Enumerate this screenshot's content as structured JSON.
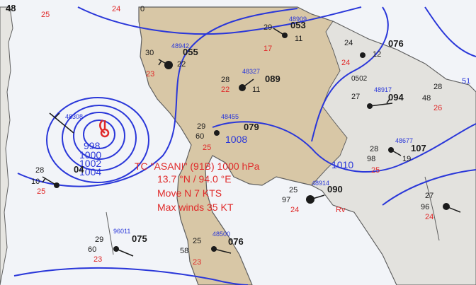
{
  "colors": {
    "sea": "#f2f4f8",
    "land": "#d8c7a6",
    "coast": "#5f5f5f",
    "isobar": "#2a37d9",
    "red": "#e02a2a",
    "black": "#1b1b1b"
  },
  "storm": {
    "line1": "TC \"ASANI\" (91B) 1000 hPa",
    "line2": "13.7 °N / 94.0 °E",
    "line3": "Move N 7 KTS",
    "line4": "Max winds 35 KT"
  },
  "isobars": {
    "labels": [
      "998",
      "1000",
      "1002",
      "1004",
      "1008",
      "1010"
    ]
  },
  "stations": [
    {
      "code": "48",
      "temp": "25"
    },
    {
      "code": "24",
      "temp": "0"
    },
    {
      "code": "053",
      "temp": "29",
      "dew": "11",
      "pressure": "17"
    },
    {
      "code": "055",
      "temp": "30",
      "dew": "22",
      "pressure": "23"
    },
    {
      "code": "076",
      "temp": "24",
      "dew": "12",
      "pressure": "24",
      "extra": "0502"
    },
    {
      "code": "089",
      "temp": "28",
      "dew": "11",
      "pressure": "22"
    },
    {
      "code": "094",
      "temp": "27",
      "dew": "48",
      "pressure": "26"
    },
    {
      "code": "079",
      "temp": "29",
      "dew": "60",
      "pressure": "25"
    },
    {
      "code": "107",
      "temp": "28",
      "dew": "19",
      "pressure": "25",
      "extra": "98"
    },
    {
      "code": "090",
      "temp": "25",
      "dew": "97",
      "pressure": "24"
    },
    {
      "code": "075",
      "temp": "29",
      "dew": "60",
      "pressure": "23"
    },
    {
      "code": "076",
      "temp": "25",
      "dew": "58",
      "pressure": "23"
    },
    {
      "code": "04",
      "temp": "28",
      "dew": "10",
      "pressure": "25"
    },
    {
      "code": "27",
      "temp": "96",
      "pressure": "24"
    }
  ],
  "station_ids": [
    "48308",
    "48327",
    "48455",
    "48917",
    "48909",
    "48942",
    "48677",
    "48914",
    "96011",
    "48500"
  ],
  "small_text": [
    "Rv",
    "28",
    "51"
  ]
}
